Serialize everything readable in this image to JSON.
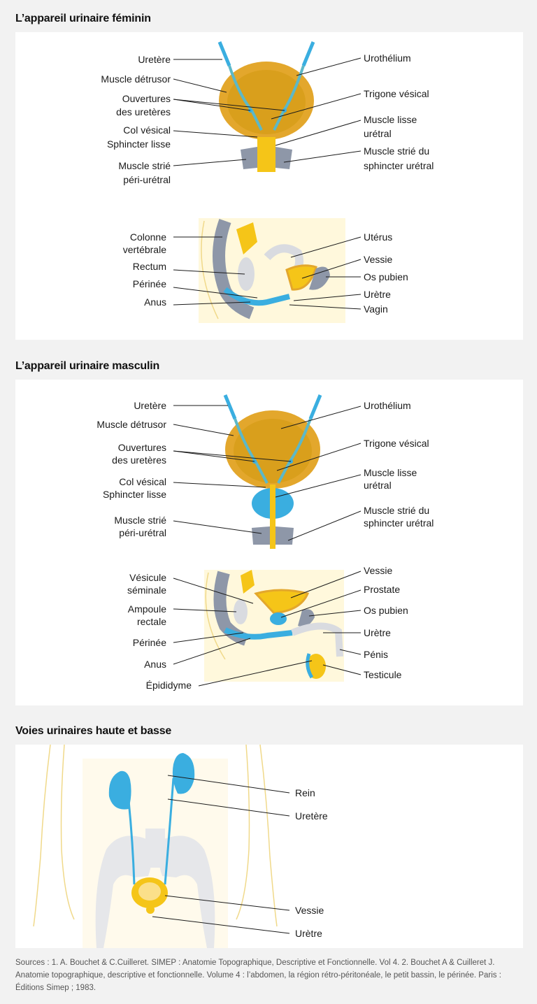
{
  "female": {
    "title": "L’appareil urinaire féminin",
    "top_left": [
      "Uretère",
      "Muscle détrusor",
      "Ouvertures",
      "des uretères",
      "Col vésical",
      "Sphincter lisse",
      "Muscle strié",
      "péri-urétral"
    ],
    "top_right": [
      "Urothélium",
      "Trigone vésical",
      "Muscle lisse",
      "urétral",
      "Muscle strié du",
      "sphincter urétral"
    ],
    "side_left": [
      "Colonne",
      "vertébrale",
      "Rectum",
      "Périnée",
      "Anus"
    ],
    "side_right": [
      "Utérus",
      "Vessie",
      "Os pubien",
      "Urètre",
      "Vagin"
    ]
  },
  "male": {
    "title": "L’appareil urinaire masculin",
    "top_left": [
      "Uretère",
      "Muscle détrusor",
      "Ouvertures",
      "des uretères",
      "Col vésical",
      "Sphincter lisse",
      "Muscle strié",
      "péri-urétral"
    ],
    "top_right": [
      "Urothélium",
      "Trigone vésical",
      "Muscle lisse",
      "urétral",
      "Muscle strié du",
      "sphincter urétral"
    ],
    "side_left": [
      "Vésicule",
      "séminale",
      "Ampoule",
      "rectale",
      "Périnée",
      "Anus",
      "Épididyme"
    ],
    "side_right": [
      "Vessie",
      "Prostate",
      "Os pubien",
      "Urètre",
      "Pénis",
      "Testicule"
    ]
  },
  "tracts": {
    "title": "Voies urinaires haute et basse",
    "labels": [
      "Rein",
      "Uretère",
      "Vessie",
      "Urètre"
    ]
  },
  "sources": "Sources : 1. A. Bouchet & C.Cuilleret. SIMEP : Anatomie Topographique, Descriptive et Fonctionnelle. Vol 4. 2. Bouchet A & Cuilleret J. Anatomie topographique, descriptive et fonctionnelle. Volume 4 : l’abdomen, la région rétro-péritonéale, le petit bassin, le périnée. Paris : Éditions Simep ; 1983.",
  "colors": {
    "urine_blue": "#3aaee0",
    "bladder_gold": "#e3a72c",
    "bladder_inner": "#d99f1c",
    "yellow": "#f5c518",
    "bone_gray": "#8e97a8",
    "light_gray": "#d9dbe0",
    "skin_outline": "#f0d98a"
  }
}
